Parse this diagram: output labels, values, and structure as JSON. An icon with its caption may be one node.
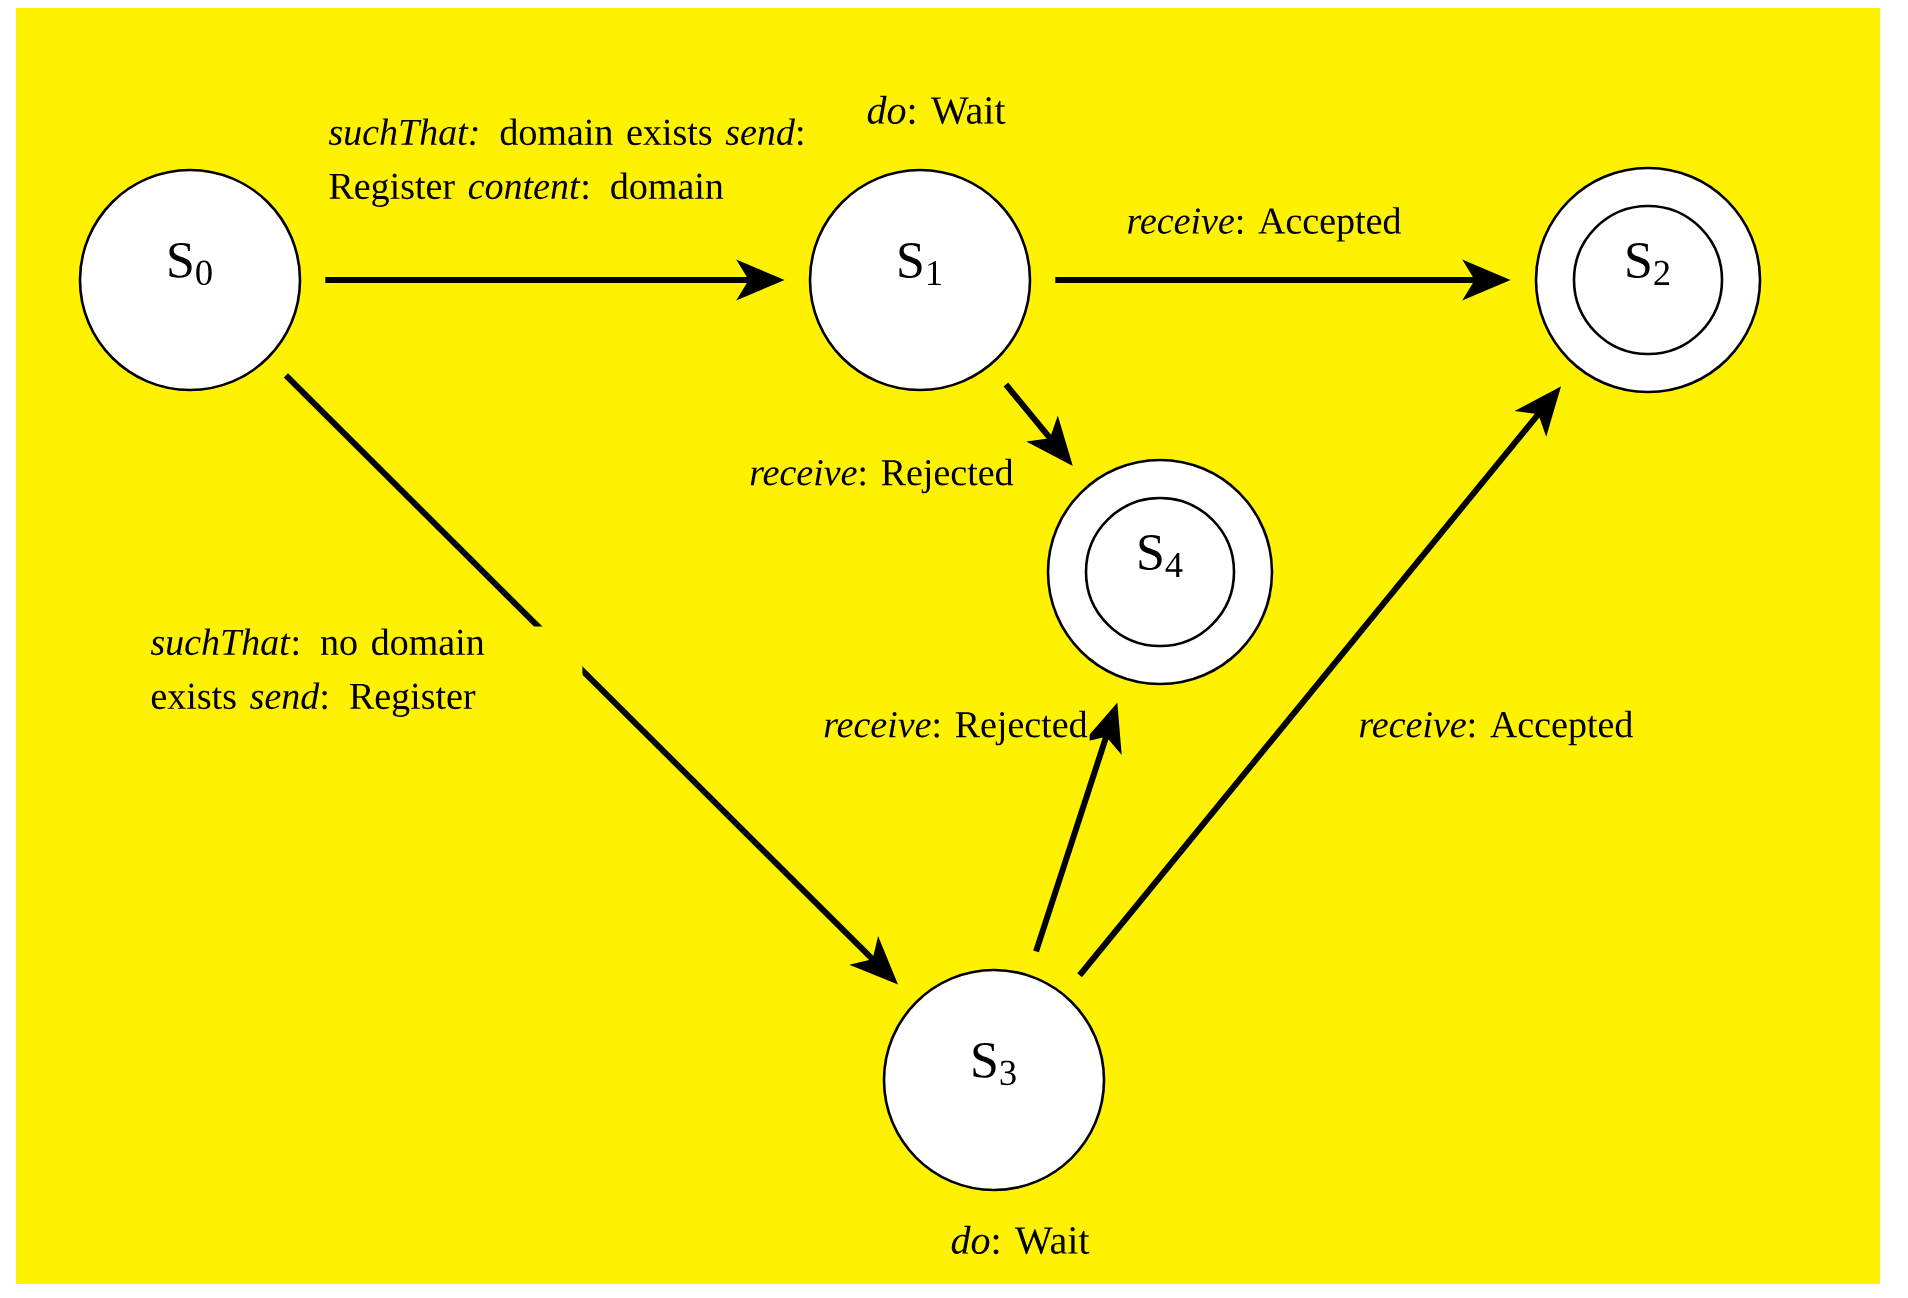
{
  "diagram": {
    "nodes": [
      {
        "text": [
          "S$_{0}$"
        ]
      },
      {
        "text": [
          "S$_{1}$"
        ],
        "beside": [
          "*do*: Wait"
        ]
      },
      {
        "text": [
          "S$_{2}$"
        ]
      },
      {
        "text": [
          "S$_{3}$"
        ],
        "beside": [
          "*do*: Wait"
        ]
      },
      {
        "text": [
          "S$_{4}$"
        ]
      }
    ],
    "edges": [
      {
        "from": 0,
        "to": 1,
        "arrow": "to",
        "label": "*suchThat:* domain exists *send*: Register *content*: domain"
      },
      {
        "from": 1,
        "to": 2,
        "arrow": "to",
        "label": "*receive*: Accepted"
      },
      {
        "from": 1,
        "to": 4,
        "arrow": "to",
        "label": "*receive*: Rejected"
      },
      {
        "from": 0,
        "to": 3,
        "arrow": "to",
        "label": "*suchThat*: no domain exists *send*: Register"
      },
      {
        "from": 3,
        "to": 4,
        "arrow": "to",
        "label": "*receive*: Rejected"
      },
      {
        "from": 3,
        "to": 2,
        "arrow": "to",
        "label": "*receive*: Accepted"
      }
    ]
  }
}
